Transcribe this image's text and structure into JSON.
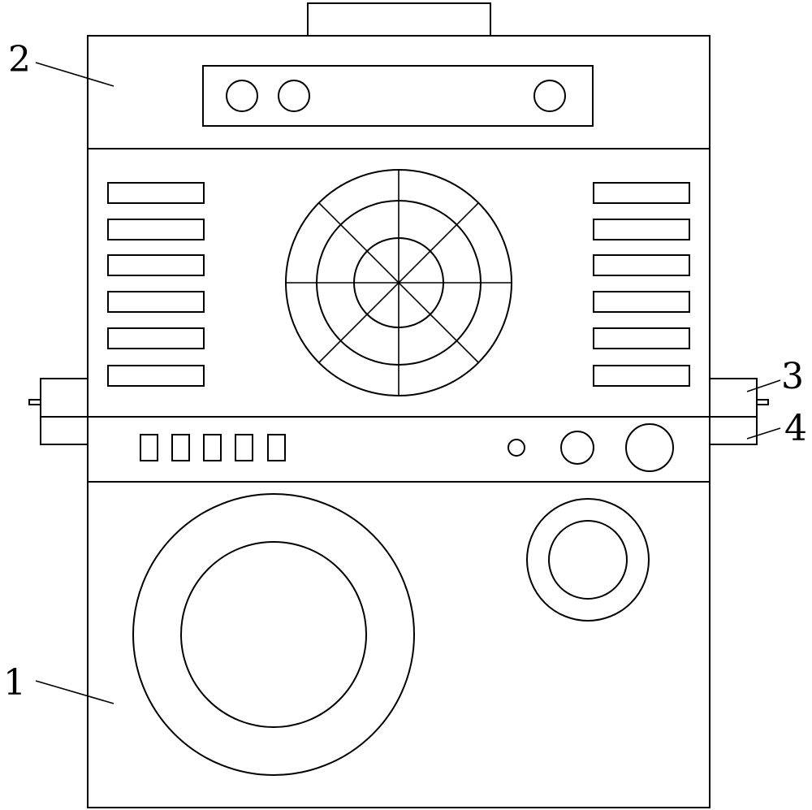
{
  "labels": {
    "part_1": "1",
    "part_2": "2",
    "part_3": "3",
    "part_4": "4"
  },
  "colors": {
    "line": "#000000",
    "background": "#ffffff"
  }
}
